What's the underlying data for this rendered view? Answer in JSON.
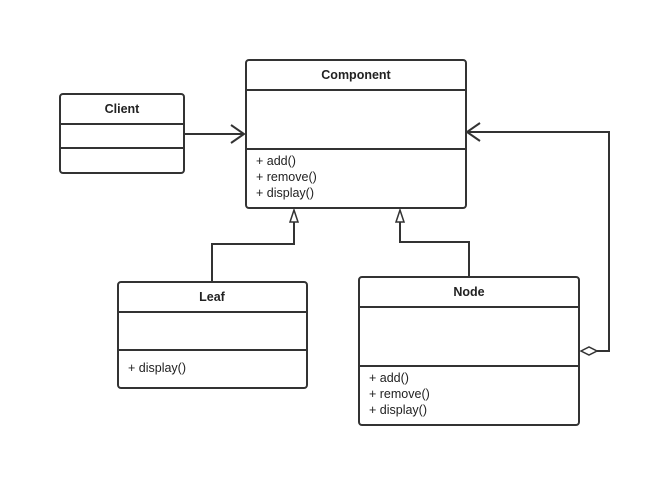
{
  "classes": {
    "client": {
      "name": "Client",
      "attributes": [],
      "methods": []
    },
    "component": {
      "name": "Component",
      "attributes": [],
      "methods": [
        "+ add()",
        "+ remove()",
        "+ display()"
      ]
    },
    "leaf": {
      "name": "Leaf",
      "attributes": [],
      "methods": [
        "+ display()"
      ]
    },
    "node": {
      "name": "Node",
      "attributes": [],
      "methods": [
        "+ add()",
        "+ remove()",
        "+ display()"
      ]
    }
  },
  "relationships": [
    {
      "type": "association",
      "from": "Client",
      "to": "Component"
    },
    {
      "type": "generalization",
      "from": "Leaf",
      "to": "Component"
    },
    {
      "type": "generalization",
      "from": "Node",
      "to": "Component"
    },
    {
      "type": "aggregation",
      "from": "Node",
      "to": "Component"
    }
  ]
}
